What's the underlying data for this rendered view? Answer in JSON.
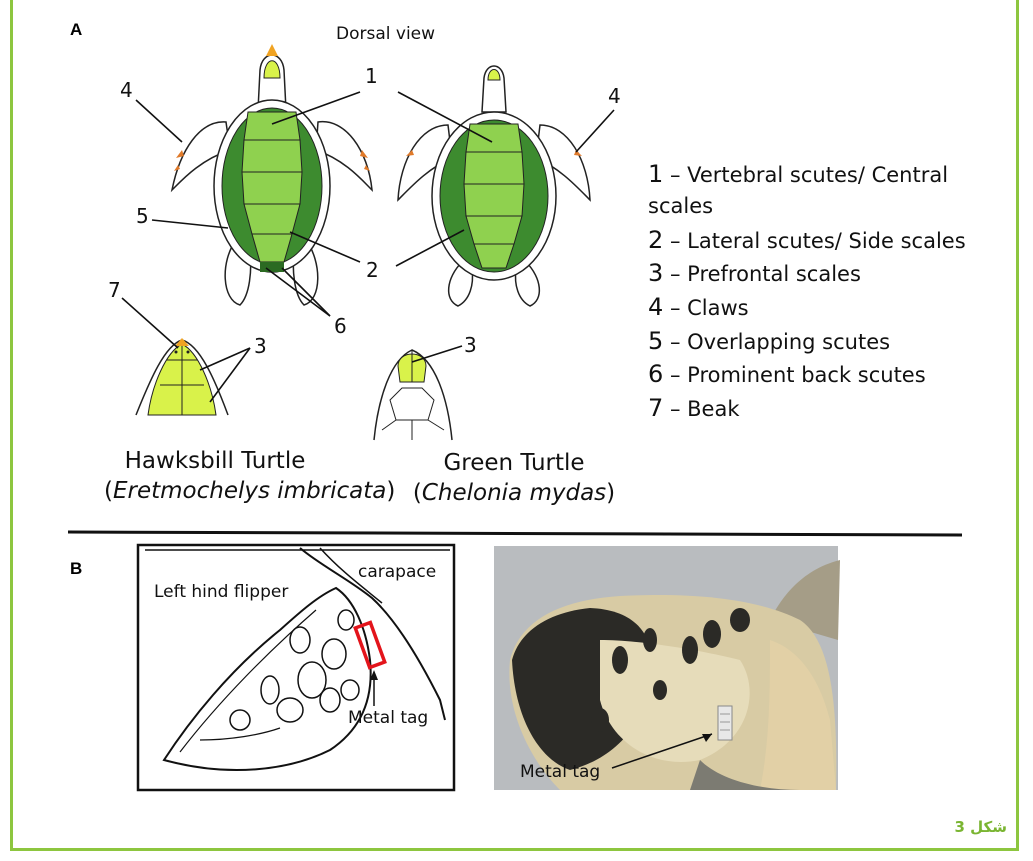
{
  "panel_a": {
    "label": "A",
    "view_title": "Dorsal view",
    "callouts": [
      "1",
      "2",
      "3",
      "4",
      "5",
      "6",
      "7"
    ],
    "legend": [
      {
        "num": "1",
        "text": "– Vertebral scutes/ Central",
        "cont": "scales"
      },
      {
        "num": "2",
        "text": "– Lateral scutes/ Side scales"
      },
      {
        "num": "3",
        "text": "– Prefrontal scales"
      },
      {
        "num": "4",
        "text": "– Claws"
      },
      {
        "num": "5",
        "text": "– Overlapping scutes"
      },
      {
        "num": "6",
        "text": "– Prominent  back scutes"
      },
      {
        "num": "7",
        "text": "– Beak"
      }
    ],
    "species": [
      {
        "common": "Hawksbill Turtle",
        "scientific": "Eretmochelys imbricata"
      },
      {
        "common": "Green Turtle",
        "scientific": "Chelonia mydas"
      }
    ]
  },
  "panel_b": {
    "label": "B",
    "flipper_label": "Left hind flipper",
    "carapace_label": "carapace",
    "tag_label_drawing": "Metal tag",
    "tag_label_photo": "Metal tag"
  },
  "caption": "شكل 3",
  "colors": {
    "border": "#8dc63f",
    "dark_scute": "#3d8b2f",
    "light_scute": "#8fd14f",
    "prefrontal": "#d9f24a",
    "claw": "#e07a2a",
    "tag_box": "#e3141b",
    "caption": "#7ab532"
  }
}
